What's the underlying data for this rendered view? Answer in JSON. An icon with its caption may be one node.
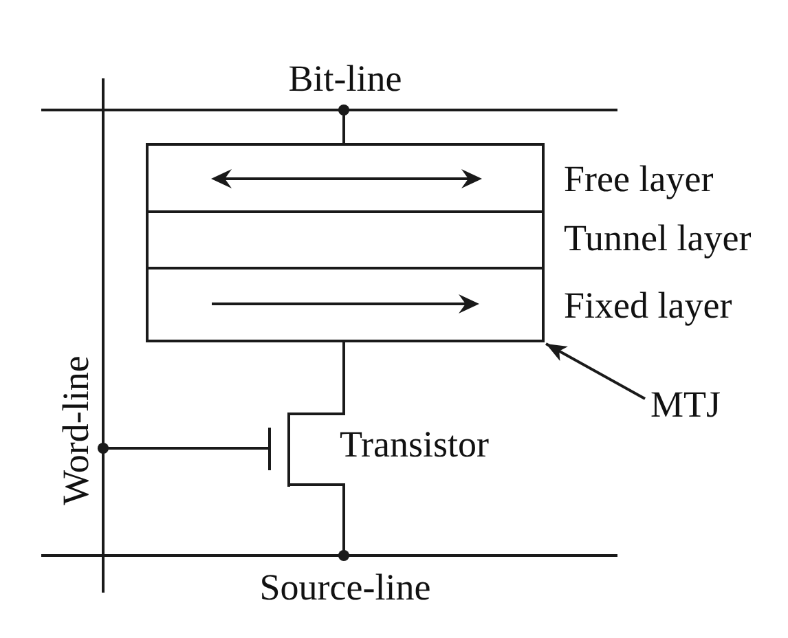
{
  "diagram": {
    "nodes": [
      {
        "text": [],
        "shape": "bar",
        "beside": [
          "Bit-line"
        ]
      },
      {
        "text": [],
        "shape": "bar",
        "beside": [
          "Word-line"
        ]
      },
      {
        "text": [],
        "shape": "box"
      },
      {
        "text": [],
        "shape": "box",
        "in": 2,
        "beside": [
          "Free layer"
        ]
      },
      {
        "text": [],
        "shape": "box",
        "in": 2,
        "beside": [
          "Tunnel layer"
        ]
      },
      {
        "text": [],
        "shape": "box",
        "in": 2,
        "beside": [
          "Fixed layer"
        ]
      },
      {
        "text": [
          "MTJ"
        ]
      },
      {
        "text": [],
        "shape": "picture",
        "beside": [
          "Transistor"
        ]
      },
      {
        "text": [],
        "shape": "bar",
        "beside": [
          "Source-line"
        ]
      }
    ],
    "edges": [
      {
        "from": 0,
        "to": 2,
        "arrow": "other"
      },
      {
        "from": 2,
        "to": 7,
        "arrow": "none"
      },
      {
        "from": 1,
        "to": 7,
        "arrow": "other"
      },
      {
        "from": 8,
        "to": 7,
        "arrow": "other"
      },
      {
        "from": 6,
        "to": 2,
        "arrow": "to"
      }
    ]
  }
}
